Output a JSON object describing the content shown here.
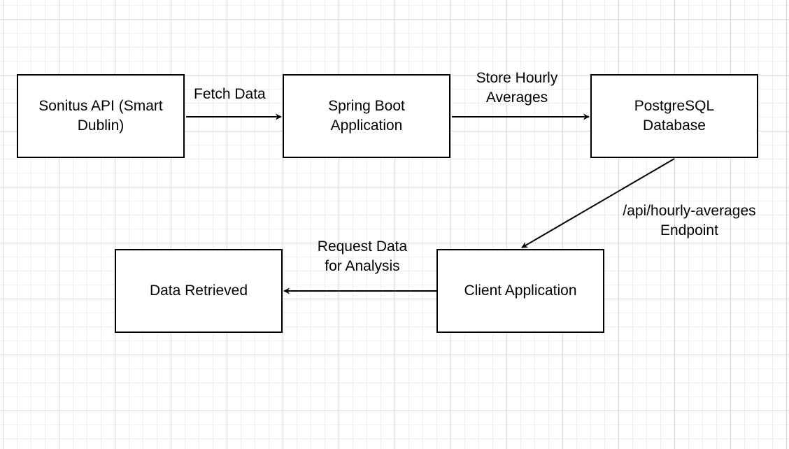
{
  "diagram": {
    "nodes": [
      {
        "id": "sonitus",
        "label": "Sonitus API (Smart Dublin)"
      },
      {
        "id": "spring",
        "label": "Spring Boot Application"
      },
      {
        "id": "postgres",
        "label": "PostgreSQL Database"
      },
      {
        "id": "client",
        "label": "Client Application"
      },
      {
        "id": "data_retrieved",
        "label": "Data Retrieved"
      }
    ],
    "edges": [
      {
        "from": "sonitus",
        "to": "spring",
        "label": "Fetch Data"
      },
      {
        "from": "spring",
        "to": "postgres",
        "label": "Store Hourly Averages"
      },
      {
        "from": "postgres",
        "to": "client",
        "label": "/api/hourly-averages Endpoint"
      },
      {
        "from": "client",
        "to": "data_retrieved",
        "label": "Request Data for Analysis"
      }
    ],
    "colors": {
      "stroke": "#000000",
      "background": "#ffffff",
      "grid": "#d9d9d9"
    }
  }
}
